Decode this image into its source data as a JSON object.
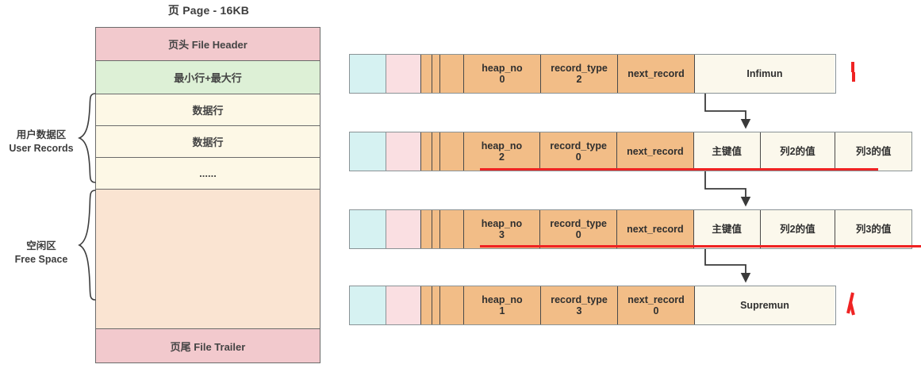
{
  "page_diagram": {
    "title": "页 Page - 16KB",
    "rows": [
      {
        "label": "页头 File Header",
        "kind": "header"
      },
      {
        "label": "最小行+最大行",
        "kind": "minmax"
      },
      {
        "label": "数据行",
        "kind": "data"
      },
      {
        "label": "数据行",
        "kind": "data"
      },
      {
        "label": "......",
        "kind": "data"
      },
      {
        "label": "",
        "kind": "free"
      },
      {
        "label": "页尾 File Trailer",
        "kind": "trailer"
      }
    ],
    "annotations": {
      "user_records": "用户数据区\nUser Records",
      "free_space": "空闲区\nFree Space"
    },
    "colors": {
      "header": "#f2c9cd",
      "minmax": "#ddf0d6",
      "data": "#fdf8e6",
      "free": "#fae4d2",
      "trailer": "#f2c9cd",
      "border": "#6b6b6b"
    }
  },
  "records": [
    {
      "name": "infimum-record",
      "heap_no_label": "heap_no",
      "heap_no_value": "0",
      "record_type_label": "record_type",
      "record_type_value": "2",
      "next_record_label": "next_record",
      "next_record_value": "",
      "data_cells": [
        "Infimun"
      ]
    },
    {
      "name": "user-record-1",
      "heap_no_label": "heap_no",
      "heap_no_value": "2",
      "record_type_label": "record_type",
      "record_type_value": "0",
      "next_record_label": "next_record",
      "next_record_value": "",
      "data_cells": [
        "主键值",
        "列2的值",
        "列3的值"
      ]
    },
    {
      "name": "user-record-2",
      "heap_no_label": "heap_no",
      "heap_no_value": "3",
      "record_type_label": "record_type",
      "record_type_value": "0",
      "next_record_label": "next_record",
      "next_record_value": "",
      "data_cells": [
        "主键值",
        "列2的值",
        "列3的值"
      ]
    },
    {
      "name": "supremum-record",
      "heap_no_label": "heap_no",
      "heap_no_value": "1",
      "record_type_label": "record_type",
      "record_type_value": "3",
      "next_record_label": "next_record",
      "next_record_value": "0",
      "data_cells": [
        "Supremun"
      ]
    }
  ],
  "record_colors": {
    "variable_length": "#d6f2f2",
    "null_list": "#fadfe2",
    "record_header": "#f2bd87",
    "data_area": "#fbf8ec",
    "highlight": "#ef2323",
    "border": "#4a4a4a"
  }
}
